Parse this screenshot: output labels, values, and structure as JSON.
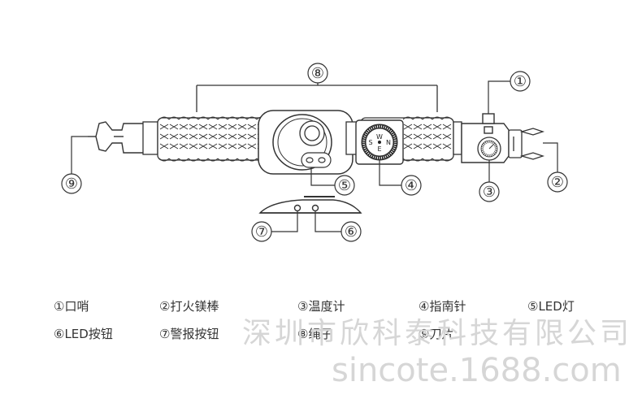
{
  "callouts": {
    "c1": "①",
    "c2": "②",
    "c3": "③",
    "c4": "④",
    "c5": "⑤",
    "c6": "⑥",
    "c7": "⑦",
    "c8": "⑧",
    "c9": "⑨"
  },
  "compass_letters": {
    "n": "N",
    "s": "S",
    "e": "E",
    "w": "W"
  },
  "legend": [
    "①口哨",
    "②打火镁棒",
    "③温度计",
    "④指南针",
    "⑤LED灯",
    "⑥LED按钮",
    "⑦警报按钮",
    "⑧绳子",
    "⑨刀片"
  ],
  "watermark": {
    "company": "深圳市欣科泰科技有限公司",
    "site": "sincote.1688.com"
  },
  "colors": {
    "line": "#333333",
    "watermark": "#d6d6d6",
    "background": "#ffffff"
  }
}
